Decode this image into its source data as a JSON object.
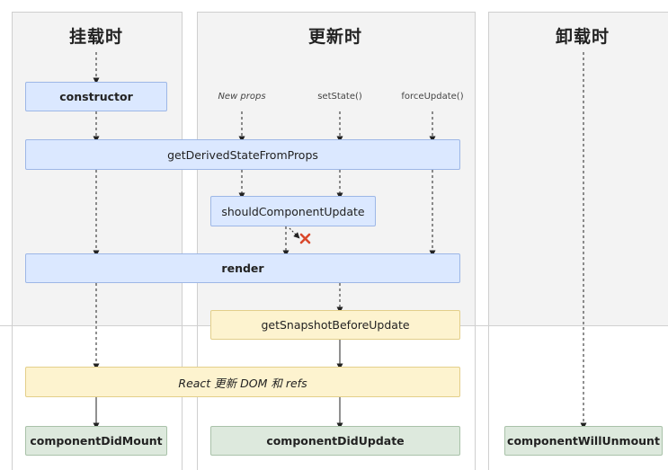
{
  "columns": {
    "mount": {
      "title": "挂载时"
    },
    "update": {
      "title": "更新时"
    },
    "unmount": {
      "title": "卸载时"
    }
  },
  "triggers": {
    "new_props": "New props",
    "set_state": "setState()",
    "force_update": "forceUpdate()"
  },
  "boxes": {
    "constructor": "constructor",
    "get_derived_state": "getDerivedStateFromProps",
    "should_update": "shouldComponentUpdate",
    "render": "render",
    "get_snapshot": "getSnapshotBeforeUpdate",
    "react_update_dom": "React 更新 DOM 和 refs",
    "did_mount": "componentDidMount",
    "did_update": "componentDidUpdate",
    "will_unmount": "componentWillUnmount"
  },
  "colors": {
    "column_bg": "#f3f3f3",
    "blue_box": "#dbe8ff",
    "yellow_box": "#fdf3cf",
    "green_box": "#dde9dd",
    "cancel_mark": "#d9482b"
  }
}
